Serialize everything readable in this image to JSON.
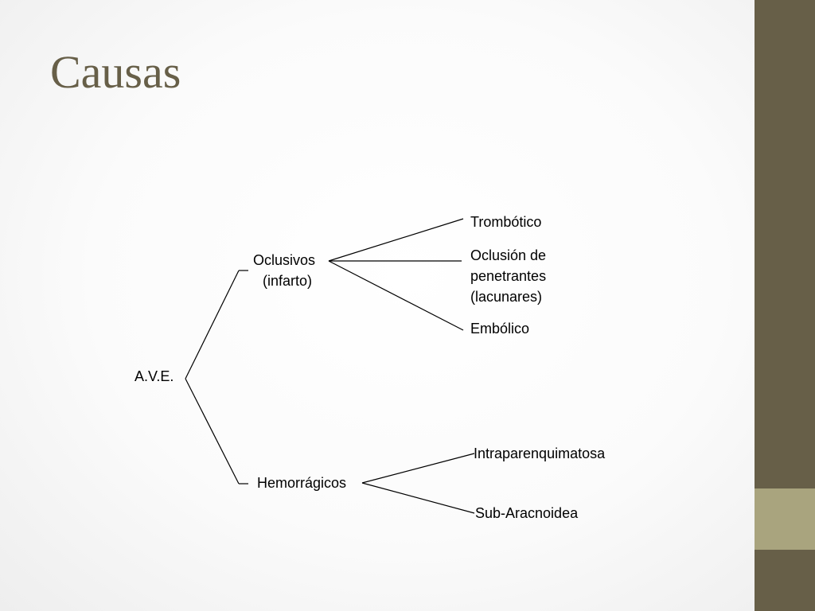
{
  "slide": {
    "title": "Causas",
    "colors": {
      "sidebar": "#675f48",
      "sidebar_accent": "#a9a47e",
      "title": "#675f48"
    }
  },
  "tree": {
    "root": "A.V.E.",
    "branches": [
      {
        "label_lines": [
          "Oclusivos",
          "(infarto)"
        ],
        "children": [
          {
            "label_lines": [
              "Trombótico"
            ]
          },
          {
            "label_lines": [
              "Oclusión de",
              "penetrantes",
              "(lacunares)"
            ]
          },
          {
            "label_lines": [
              "Embólico"
            ]
          }
        ]
      },
      {
        "label_lines": [
          "Hemorrágicos"
        ],
        "children": [
          {
            "label_lines": [
              "Intraparenquimatosa"
            ]
          },
          {
            "label_lines": [
              "Sub-Aracnoidea"
            ]
          }
        ]
      }
    ]
  }
}
